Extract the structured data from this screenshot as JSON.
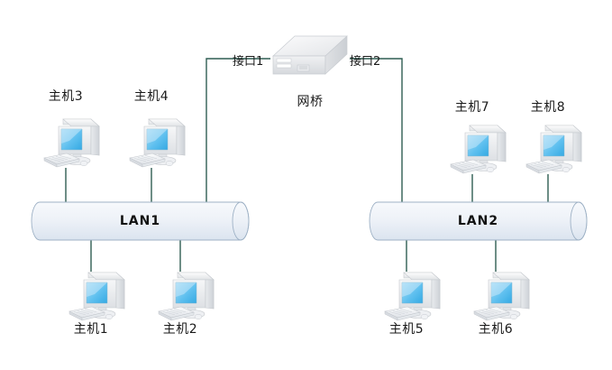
{
  "diagram": {
    "title_text": "",
    "link_color": "#2f5d52",
    "lan_fill_top": "#f4f7fb",
    "lan_fill_bottom": "#dde6f0",
    "lan_stroke": "#9fb2c6",
    "screen_color": "#57bdf0",
    "case_color": "#e9ecef",
    "bridge_color": "#e4e6e8"
  },
  "bridge": {
    "label": "网桥",
    "icon": "bridge-device-icon",
    "port_left": "接口1",
    "port_right": "接口2"
  },
  "networks": [
    {
      "id": "lan1",
      "label": "LAN1"
    },
    {
      "id": "lan2",
      "label": "LAN2"
    }
  ],
  "hosts": [
    {
      "id": "host3",
      "label": "主机3",
      "icon": "computer-icon",
      "network": "LAN1",
      "position": "top"
    },
    {
      "id": "host4",
      "label": "主机4",
      "icon": "computer-icon",
      "network": "LAN1",
      "position": "top"
    },
    {
      "id": "host1",
      "label": "主机1",
      "icon": "computer-icon",
      "network": "LAN1",
      "position": "bottom"
    },
    {
      "id": "host2",
      "label": "主机2",
      "icon": "computer-icon",
      "network": "LAN1",
      "position": "bottom"
    },
    {
      "id": "host7",
      "label": "主机7",
      "icon": "computer-icon",
      "network": "LAN2",
      "position": "top"
    },
    {
      "id": "host8",
      "label": "主机8",
      "icon": "computer-icon",
      "network": "LAN2",
      "position": "top"
    },
    {
      "id": "host5",
      "label": "主机5",
      "icon": "computer-icon",
      "network": "LAN2",
      "position": "bottom"
    },
    {
      "id": "host6",
      "label": "主机6",
      "icon": "computer-icon",
      "network": "LAN2",
      "position": "bottom"
    }
  ]
}
